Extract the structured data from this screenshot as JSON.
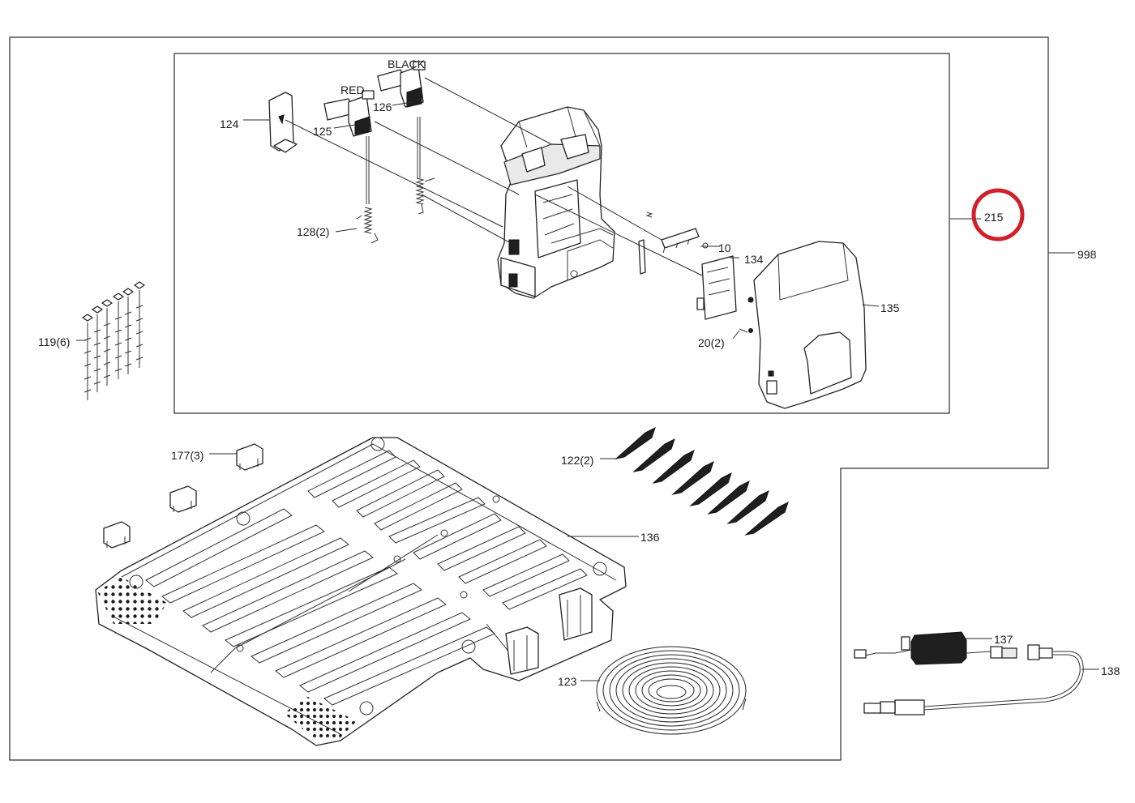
{
  "labels": {
    "black": "BLACK",
    "red": "RED",
    "p124": "124",
    "p125": "125",
    "p126": "126",
    "p128": "128(2)",
    "p10": "10",
    "p134": "134",
    "p135": "135",
    "p20": "20(2)",
    "p215": "215",
    "p998": "998",
    "p119": "119(6)",
    "p177": "177(3)",
    "p122": "122(2)",
    "p136": "136",
    "p123": "123",
    "p137": "137",
    "p138": "138"
  },
  "highlight": {
    "target": "215",
    "color": "#d0202a"
  }
}
